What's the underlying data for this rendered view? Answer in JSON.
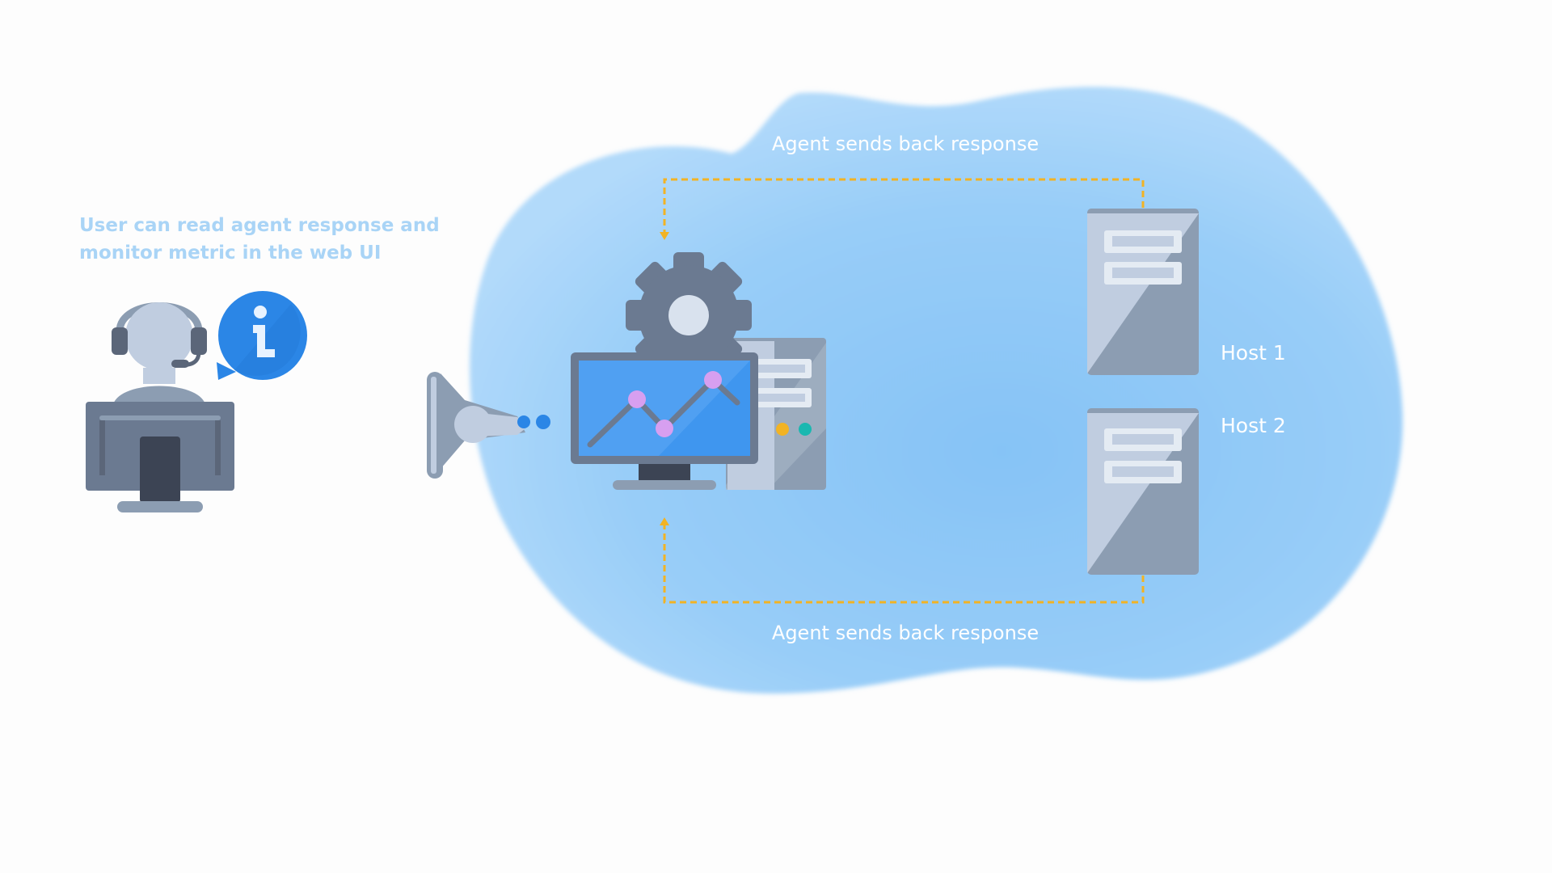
{
  "user": {
    "caption_line1": "User can read agent response and",
    "caption_line2": "monitor metric in the web UI"
  },
  "flow": {
    "top_label": "Agent sends back response",
    "bottom_label": "Agent sends back response"
  },
  "hosts": [
    {
      "label": "Host 1"
    },
    {
      "label": "Host 2"
    }
  ],
  "colors": {
    "cloud": "#8ec8f7",
    "caption": "#a9d4f6",
    "dashed_path": "#f2b324",
    "server_gray": "#8c9db2",
    "slate": "#6b7a91",
    "info_blue": "#2b86e6",
    "chart_dot": "#d79ff0"
  },
  "icons": [
    "support-agent-icon",
    "info-bubble-icon",
    "satellite-antenna-icon",
    "settings-gear-icon",
    "monitor-chart-icon",
    "server-tower-icon"
  ]
}
